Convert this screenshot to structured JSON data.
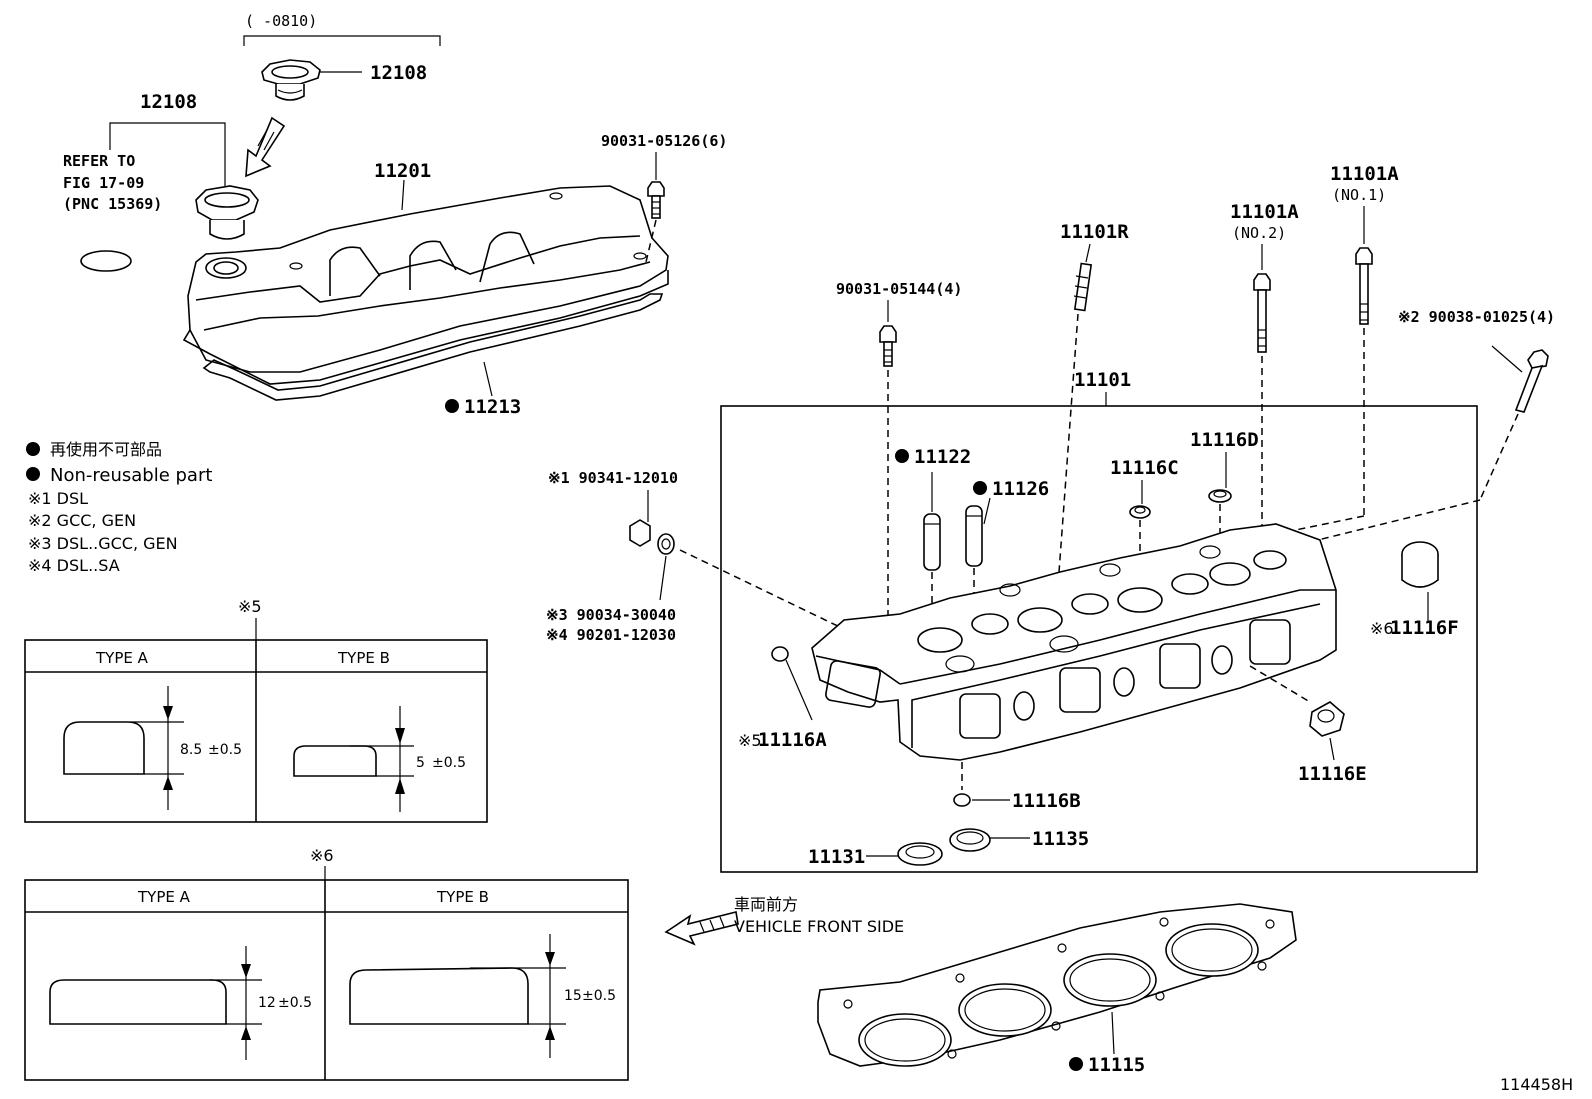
{
  "labels": {
    "top_date_range": "(      -0810)",
    "p12108_top": "12108",
    "p12108_left": "12108",
    "refer_line1": "REFER TO",
    "refer_line2": "FIG 17-09",
    "refer_line3": "(PNC 15369)",
    "p11201": "11201",
    "p90031_05126": "90031-05126(6)",
    "p11213": "11213",
    "p11101R": "11101R",
    "p11101A_no2": "11101A",
    "p11101A_no2_sub": "(NO.2)",
    "p11101A_no1": "11101A",
    "p11101A_no1_sub": "(NO.1)",
    "p90031_05144": "90031-05144(4)",
    "p90038_01025": "※2 90038-01025(4)",
    "p11101": "11101",
    "p11122": "11122",
    "p11126": "11126",
    "p11116C": "11116C",
    "p11116D": "11116D",
    "p90341": "※1 90341-12010",
    "p90034": "※3  90034-30040",
    "p90201": "※4  90201-12030",
    "p11116F": "11116F",
    "p11116F_mark": "※6",
    "p11116A": "11116A",
    "p11116A_mark": "※5",
    "p11116E": "11116E",
    "p11116B": "11116B",
    "p11131": "11131",
    "p11135": "11135",
    "vehicle_front_jp": "車両前方",
    "vehicle_front_en": "VEHICLE FRONT SIDE",
    "p11115": "11115",
    "figure_id": "114458H"
  },
  "legend": {
    "jp_nonreusable": "再使用不可部品",
    "en_nonreusable": "Non-reusable part",
    "note1": "※1 DSL",
    "note2": "※2 GCC, GEN",
    "note3": "※3 DSL..GCC, GEN",
    "note4": "※4 DSL..SA"
  },
  "table5": {
    "mark": "※5",
    "type_a": "TYPE  A",
    "type_b": "TYPE  B",
    "dim_a": "8.5",
    "tol_a": "±0.5",
    "dim_b": "5",
    "tol_b": "±0.5"
  },
  "table6": {
    "mark": "※6",
    "type_a": "TYPE  A",
    "type_b": "TYPE  B",
    "dim_a": "12",
    "tol_a": "±0.5",
    "dim_b": "15",
    "tol_b": "±0.5"
  },
  "icons": {
    "nonreusable_marker": "filled-circle",
    "vehicle_front": "arrow-left-hatched"
  }
}
